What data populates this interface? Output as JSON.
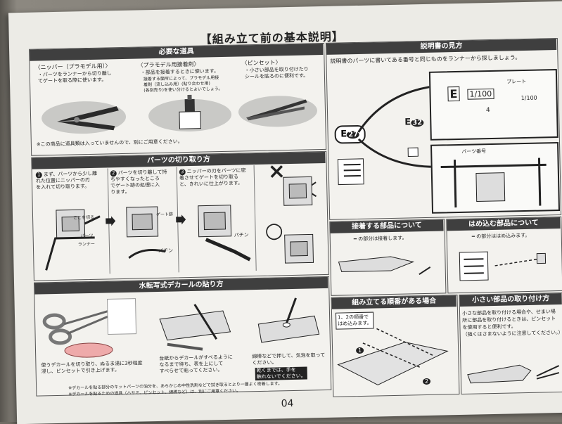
{
  "title": "【組み立て前の基本説明】",
  "tools": {
    "header": "必要な道具",
    "nipper": {
      "name": "〈ニッパー（プラモデル用）〉",
      "desc": "・パーツをランナーから切り離し\nてゲートを取る際に使います。"
    },
    "glue": {
      "name": "〈プラモデル用接着剤〉",
      "desc": "・部品を接着するときに使います。",
      "note": "接着する箇所によって、プラモデル用接\n着剤（流し込み用）(貼り合わせ用)\n(各別売り)を使い分けるとよいでしょう。"
    },
    "tweezers": {
      "name": "〈ピンセット〉",
      "desc": "・小さい部品を取り付けたり\nシールを貼るのに便利です。"
    },
    "footnote": "※この商品に道具類は入っていませんので、別にご用意ください。"
  },
  "cutting": {
    "header": "パーツの切り取り方",
    "step1": "まず、パーツから少し離\nれた位置にニッパーの刃\nを入れて切り取ります。",
    "step2": "パーツを切り離して持\nちやすくなったところ\nでゲート跡の処理に入\nります。",
    "step3": "ニッパーの刃をパーツに密\n着させてゲートを切り取る\nと、きれいに仕上がります。",
    "labels": {
      "cut_here": "ここを切る",
      "parts": "パーツ",
      "runner": "ランナー",
      "gate_mark": "ゲート跡",
      "snip1": "パチン",
      "snip2": "パチン"
    },
    "wrong": "×",
    "right": "○"
  },
  "decal": {
    "header": "水転写式デカールの貼り方",
    "text1": "使うデカールを切り取り、ぬるま湯に3秒程度\n浸し、ピンセットで引き上げます。",
    "text2": "台紙からデカールがすべるように\nなるまで待ち、表を上にして\nすべらせて貼ってください。",
    "text3a": "綿棒などで押して、気泡を取って\nください。",
    "text3b": "乾くまでは、手を\n触れないでください。",
    "foot1": "※デカールを貼る部分のキットパーツの油分を、あらかじめ中性洗剤などで拭き取るとより一層よく密着します。",
    "foot2": "※デカールを貼るための道具（ハサミ、ピンセット、綿棒など）は、別にご用意ください。"
  },
  "manual": {
    "header": "説明書の見方",
    "desc": "説明書のパーツに書いてある番号と同じものをランナーから探しましょう。",
    "e27": "27",
    "e_letter": "E",
    "e32": "32",
    "plate_tag": "プレート",
    "part_tag": "パーツ番号",
    "plate_letter": "E",
    "plate_scale": "1/100",
    "plate_num": "4"
  },
  "glued": {
    "header": "接着する部品について",
    "desc": "━ の部分は接着します。"
  },
  "fitted": {
    "header": "はめ込む部品について",
    "desc": "━ の部分ははめ込みます。"
  },
  "order": {
    "header": "組み立てる順番がある場合",
    "box": "1、2の順番で\nはめ込みます。",
    "n1": "1",
    "n2": "2"
  },
  "small_parts": {
    "header": "小さい部品の取り付け方",
    "desc": "小さな部品を取り付ける場合や、せまい場\n所に部品を取り付けるときは、ピンセット\nを使用すると便利です。\n（強くはさまないように注意してください。）"
  },
  "page_number": "04"
}
